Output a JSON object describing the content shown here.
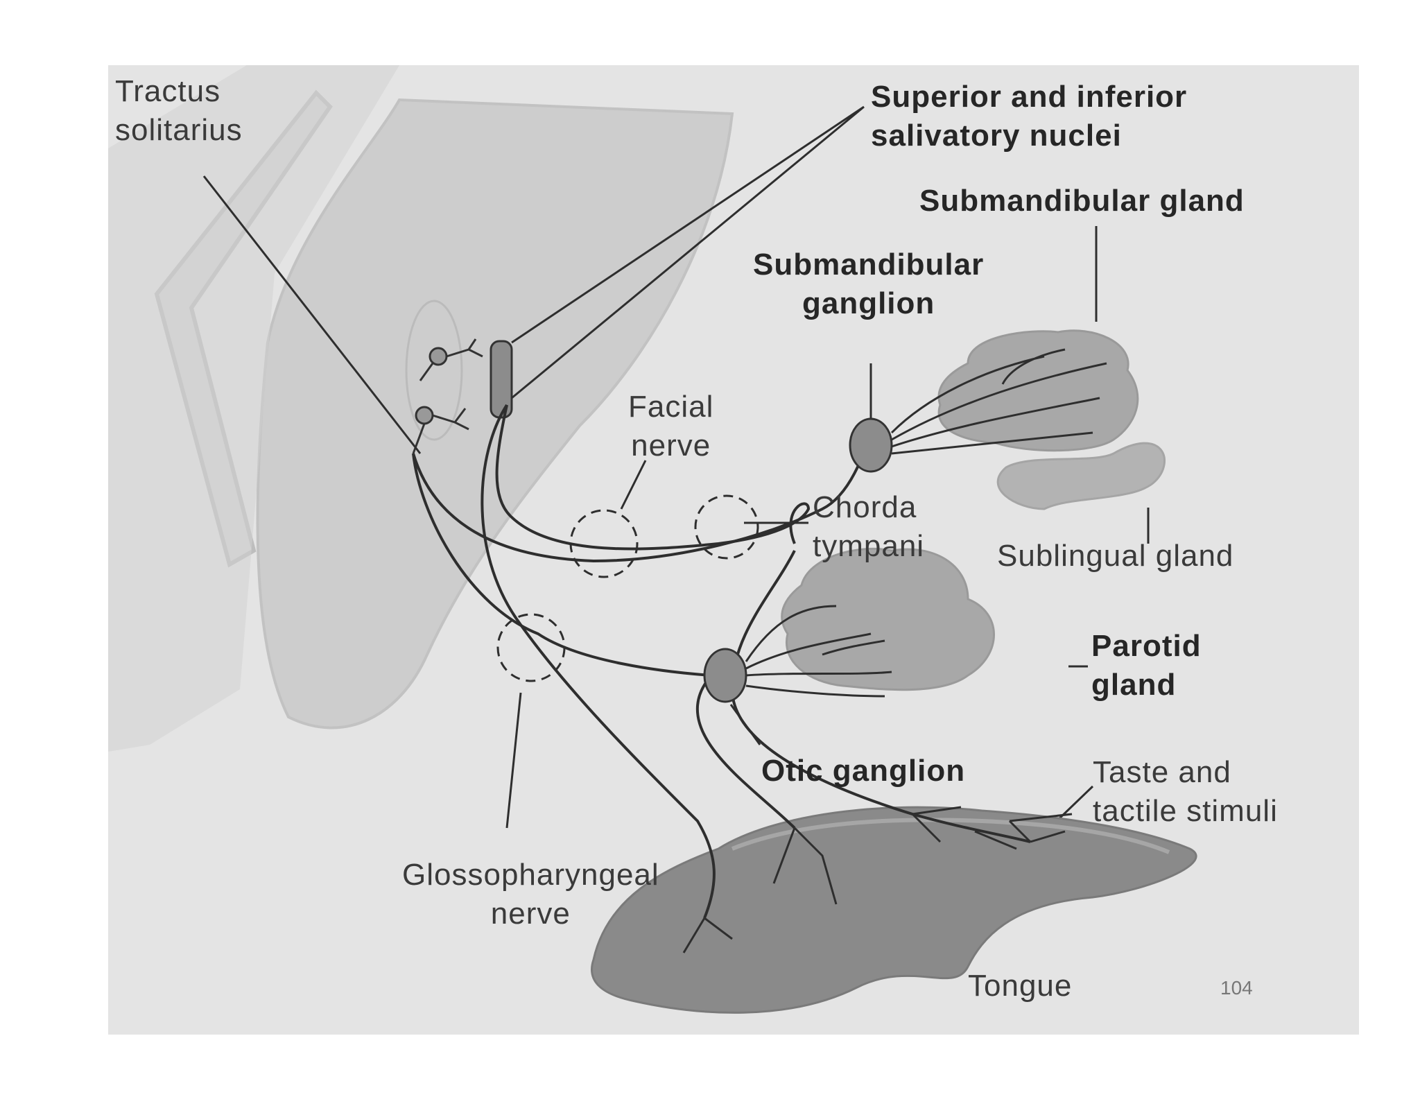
{
  "labels": {
    "tractus_solitarius": [
      "Tractus",
      "solitarius"
    ],
    "salivatory_nuclei": [
      "Superior and inferior",
      "salivatory nuclei"
    ],
    "submandibular_gland": "Submandibular gland",
    "submandibular_ganglion": [
      "Submandibular",
      "ganglion"
    ],
    "facial_nerve": [
      "Facial",
      "nerve"
    ],
    "chorda_tympani": [
      "Chorda",
      "tympani"
    ],
    "sublingual_gland": "Sublingual gland",
    "parotid_gland": [
      "Parotid",
      "gland"
    ],
    "otic_ganglion": "Otic ganglion",
    "taste_tactile": [
      "Taste and",
      "tactile stimuli"
    ],
    "glossopharyngeal_nerve": [
      "Glossopharyngeal",
      "nerve"
    ],
    "tongue": "Tongue"
  },
  "page_number": "104",
  "colors": {
    "background": "#e4e4e4",
    "brainstem": "#cdcdcd",
    "gland": "#a8a8a8",
    "ganglion": "#8c8c8c",
    "tongue": "#8a8a8a",
    "line": "#2e2e2e"
  }
}
